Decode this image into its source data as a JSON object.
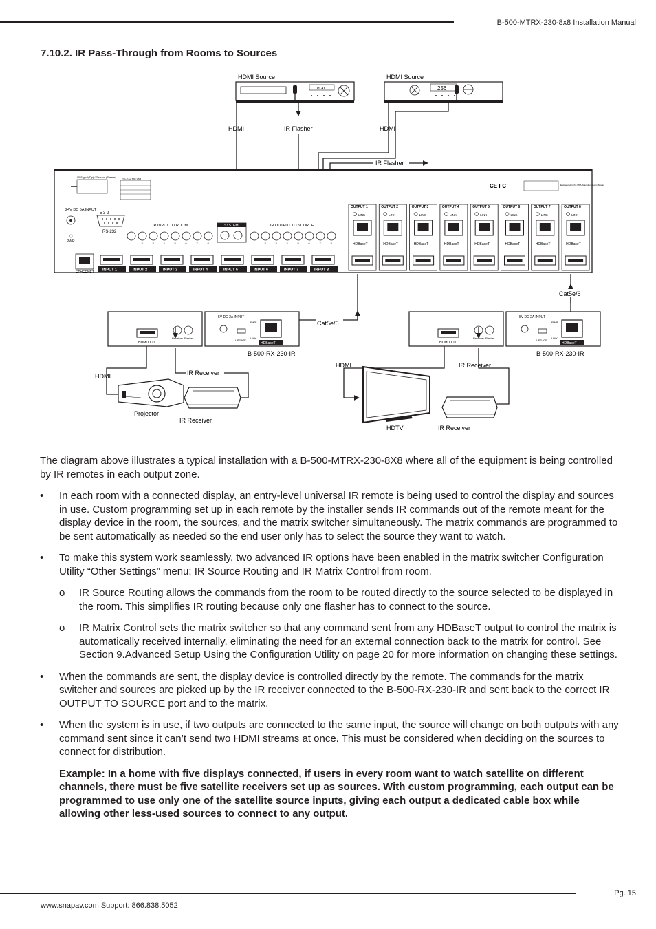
{
  "header": {
    "manual_title": "B-500-MTRX-230-8x8 Installation Manual"
  },
  "section": {
    "title": "7.10.2. IR Pass-Through from Rooms to Sources"
  },
  "diagram": {
    "hdmi_source_left": "HDMI Source",
    "hdmi_source_right": "HDMI Source",
    "play_label": "PLAY",
    "display_readout": "256",
    "hdmi_left": "HDMI",
    "ir_flasher_top": "IR Flasher",
    "hdmi_right": "HDMI",
    "ir_flasher_mid": "IR Flasher",
    "power_input": "24V DC 5A INPUT",
    "pwr": "PWR",
    "rs232_pins": "5   3   2",
    "rs232": "RS-232",
    "rs232_pinout_title": "RS-232 Pin Out",
    "ir_signal_legend": "IR Signal(Tip) / Ground (Sleeve)",
    "ir_input_to_room": "IR INPUT TO ROOM",
    "system": "SYSTEM",
    "ir_output_to_source": "IR OUTPUT TO SOURCE",
    "ethernet": "ETHERNET",
    "cert_marks": "CE FC",
    "origin_note": "Engineered in the USA. Manufactured in Taiwan",
    "inputs": [
      "INPUT 1",
      "INPUT 2",
      "INPUT 3",
      "INPUT 4",
      "INPUT 5",
      "INPUT 6",
      "INPUT 7",
      "INPUT 8"
    ],
    "outputs": [
      "OUTPUT 1",
      "OUTPUT 2",
      "OUTPUT 3",
      "OUTPUT 4",
      "OUTPUT 5",
      "OUTPUT 6",
      "OUTPUT 7",
      "OUTPUT 8"
    ],
    "link": "LINK",
    "hdbaset": "HDBaseT",
    "port_numbers": [
      "1",
      "2",
      "3",
      "4",
      "5",
      "6",
      "7",
      "8"
    ],
    "cat_left": "Cat5e/6",
    "cat_right": "Cat5e/6",
    "rx_power": "5V DC 2A INPUT",
    "hdmi_out": "HDMI OUT",
    "receiver_port": "Receiver",
    "flasher_port": "Flasher",
    "update": "UPDATE",
    "rx_pwr": "PWR",
    "rx_link": "LINK",
    "rx_left_model": "B-500-RX-230-IR",
    "rx_right_model": "B-500-RX-230-IR",
    "hdmi_projector": "HDMI",
    "ir_receiver_left_cable": "IR Receiver",
    "projector": "Projector",
    "ir_receiver_left": "IR Receiver",
    "hdmi_tv": "HDMI",
    "ir_receiver_right_cable": "IR Receiver",
    "hdtv": "HDTV",
    "ir_receiver_right": "IR Receiver"
  },
  "body": {
    "intro": "The diagram above illustrates a typical installation with a B-500-MTRX-230-8X8 where all of the equipment is being controlled by IR remotes in each output zone.",
    "bullet_mark": "•",
    "sub_mark": "o",
    "bullet1": "In each room with a connected display, an entry-level universal IR remote is being used to control the display and sources in use.  Custom programming set up in each remote by the installer sends IR commands out of the remote meant for the display device in the room, the sources, and the matrix switcher simultaneously.  The matrix commands are programmed to be sent automatically as needed so the end user only has to select the source they want to watch.",
    "bullet2": "To make this system work seamlessly, two advanced IR options have been enabled in the matrix switcher Configuration Utility “Other Settings” menu: IR Source Routing and IR Matrix Control from room.",
    "sub1": "IR Source Routing allows the commands from the room to be routed directly to the source selected to be displayed in the room.  This simplifies IR routing because only one flasher has to connect to the source.",
    "sub2": "IR Matrix Control sets the matrix switcher so that any command sent from any HDBaseT output to control the matrix is automatically received internally, eliminating the need for an external connection back to the matrix for control. See Section 9.Advanced Setup Using the Configuration Utility on page 20 for more information on changing these settings.",
    "bullet3": "When the commands are sent, the display device is controlled directly by the remote.  The commands for the matrix switcher and sources are picked up by the IR receiver connected to the B-500-RX-230-IR and sent back to the correct IR OUTPUT TO SOURCE port and to the matrix.",
    "bullet4": "When the system is in use, if two outputs are connected to the same input, the source will change on both outputs with any command sent since it can’t send two HDMI streams at once.  This must be considered when deciding on the sources to connect for distribution.",
    "example": "Example:  In a home with five displays connected, if users in every room want to watch satellite on different channels, there must be five satellite receivers set up as sources.  With custom programming, each output can be programmed to use only one of the satellite source inputs, giving each output a dedicated cable box while allowing other less-used sources to connect to any output."
  },
  "footer": {
    "contact": "www.snapav.com  Support: 866.838.5052",
    "page": "Pg. 15"
  }
}
